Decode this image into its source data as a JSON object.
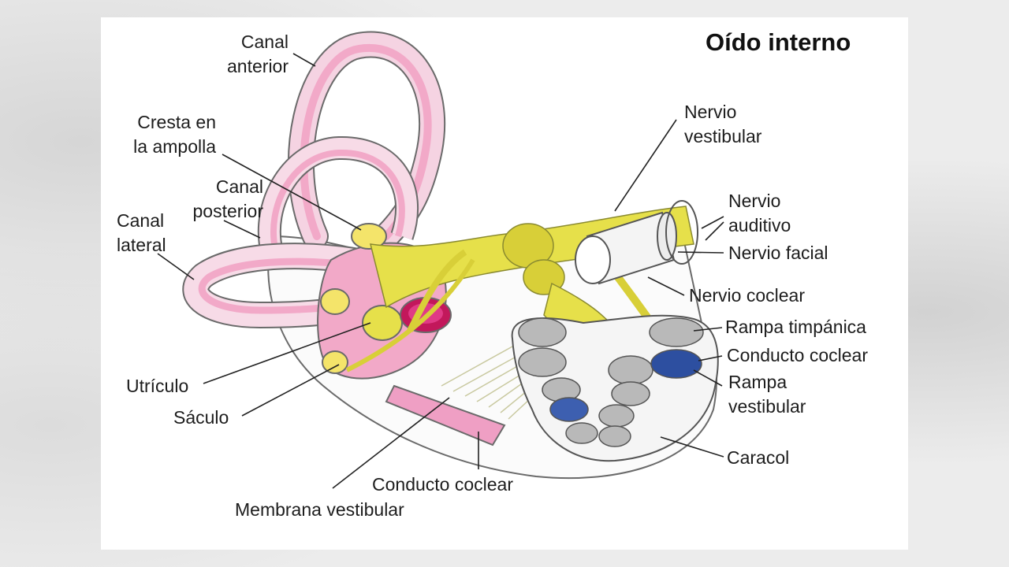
{
  "title": "Oído interno",
  "labels": {
    "canal_anterior": [
      "Canal",
      "anterior"
    ],
    "cresta_ampolla": [
      "Cresta en",
      "la ampolla"
    ],
    "canal_posterior": [
      "Canal",
      "posterior"
    ],
    "canal_lateral": [
      "Canal",
      "lateral"
    ],
    "utriculo": "Utrículo",
    "saculo": "Sáculo",
    "conducto_coclear_bottom": "Conducto coclear",
    "membrana_vestibular": "Membrana vestibular",
    "nervio_vestibular": [
      "Nervio",
      "vestibular"
    ],
    "nervio_auditivo": [
      "Nervio",
      "auditivo"
    ],
    "nervio_facial": "Nervio facial",
    "nervio_coclear": "Nervio coclear",
    "rampa_timpanica": "Rampa timpánica",
    "conducto_coclear_right": "Conducto coclear",
    "rampa_vestibular": [
      "Rampa",
      "vestibular"
    ],
    "caracol": "Caracol"
  },
  "colors": {
    "membranous_labyrinth": "#f2a9c8",
    "nerve": "#e6e04a",
    "cochlea_duct": "#2d4fa0",
    "saccule_highlight": "#c2185b",
    "bone_outline": "#555555"
  }
}
